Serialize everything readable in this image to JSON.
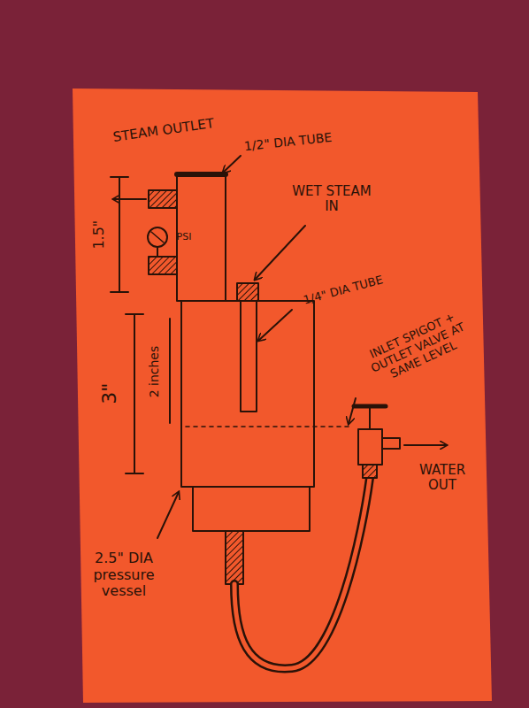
{
  "diagram": {
    "labels": [
      "STEAM OUTLET",
      "1/2\" DIA TUBE",
      "PSI",
      "WET STEAM IN",
      "1/4\" DIA TUBE",
      "1.5\"",
      "3\"",
      "2 inches",
      "INLET SPIGOT + OUTLET VALVE AT SAME LEVEL",
      "WATER OUT",
      "2.5\" DIA pressure vessel"
    ]
  }
}
